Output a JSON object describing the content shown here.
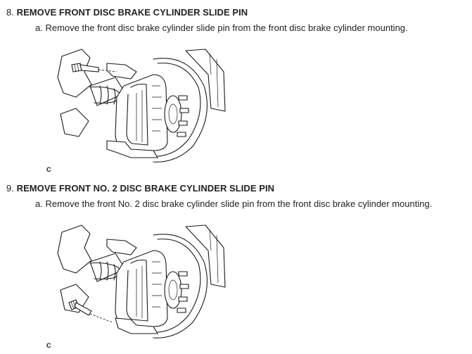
{
  "steps": [
    {
      "number": "8.",
      "title": "REMOVE FRONT DISC BRAKE CYLINDER SLIDE PIN",
      "substep": "a. Remove the front disc brake cylinder slide pin from the front disc brake cylinder mounting.",
      "figure_code": "C"
    },
    {
      "number": "9.",
      "title": "REMOVE FRONT NO. 2 DISC BRAKE CYLINDER SLIDE PIN",
      "substep": "a. Remove the front No. 2 disc brake cylinder slide pin from the front disc brake cylinder mounting.",
      "figure_code": "C"
    }
  ]
}
